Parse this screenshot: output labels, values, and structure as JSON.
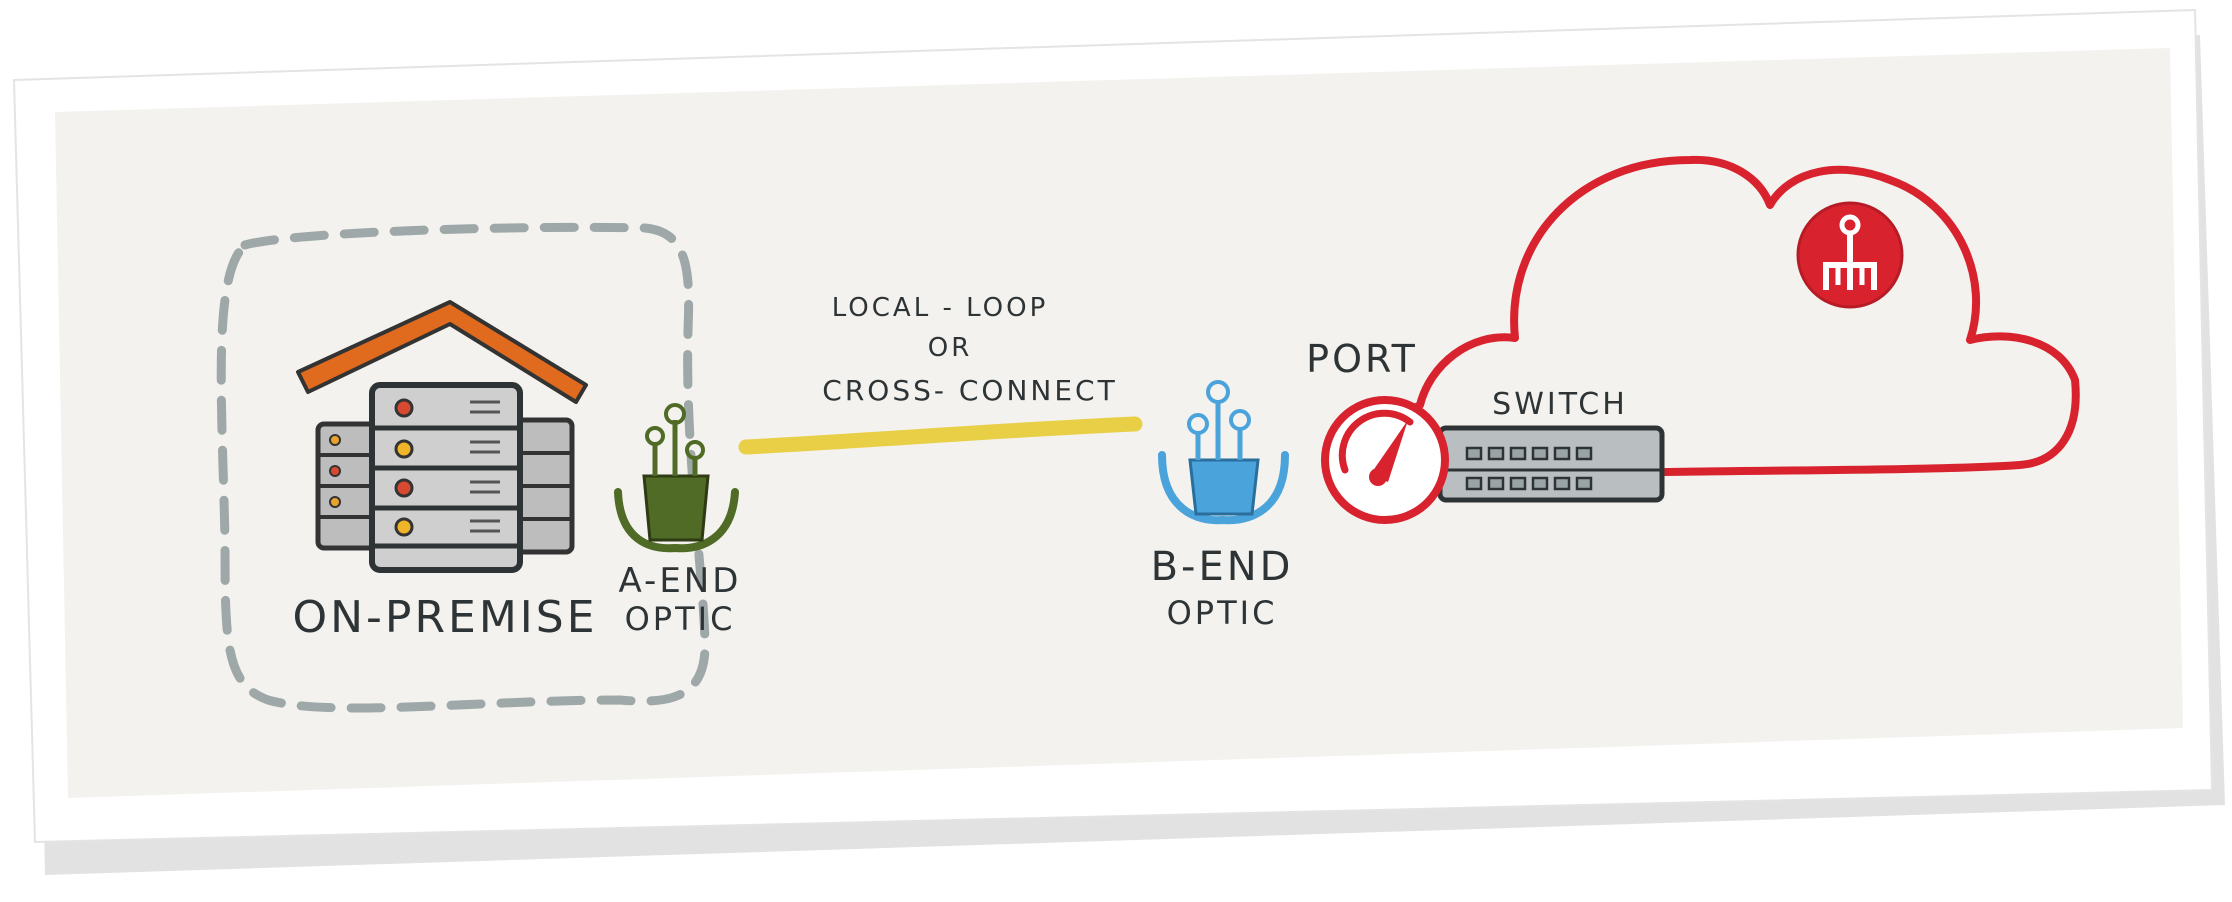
{
  "labels": {
    "on_premise": "ON-PREMISE",
    "a_end_line1": "A-END",
    "a_end_line2": "OPTIC",
    "link_line1": "LOCAL - LOOP",
    "link_line2": "OR",
    "link_line3": "CROSS- CONNECT",
    "b_end_line1": "B-END",
    "b_end_line2": "OPTIC",
    "port": "PORT",
    "switch": "SWITCH"
  },
  "icons": {
    "house": "house-roof-icon",
    "servers": "server-rack-icon",
    "a_end_optic": "fiber-optic-icon",
    "b_end_optic": "fiber-optic-icon",
    "port": "speed-gauge-icon",
    "switch": "network-switch-icon",
    "cloud": "cloud-icon",
    "cloud_logo": "network-hierarchy-icon"
  },
  "colors": {
    "paper": "#f3f2ee",
    "roof": "#e06a1e",
    "server": "#c9c9c9",
    "a_end_optic": "#4f6b25",
    "b_end_optic": "#4aa3db",
    "link": "#e8cf45",
    "cloud": "#d8232f",
    "switch": "#b9bfc1",
    "dashed_boundary": "#9ea8a8",
    "ink": "#2e3436"
  }
}
